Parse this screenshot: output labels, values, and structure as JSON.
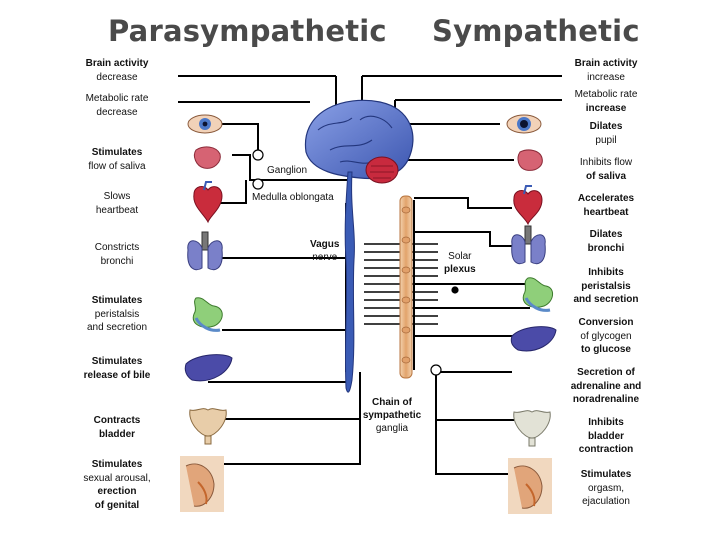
{
  "titles": {
    "left": "Parasympathetic",
    "right": "Sympathetic"
  },
  "left_labels": [
    {
      "lines": [
        "Brain activity",
        "decrease"
      ]
    },
    {
      "lines": [
        "Metabolic rate",
        "decrease"
      ]
    },
    {
      "lines": [
        "Stimulates",
        "flow of saliva"
      ]
    },
    {
      "lines": [
        "Slows",
        "heartbeat"
      ]
    },
    {
      "lines": [
        "Constricts",
        "bronchi"
      ]
    },
    {
      "lines": [
        "Stimulates",
        "peristalsis",
        "and secretion"
      ]
    },
    {
      "lines": [
        "Stimulates",
        "release of bile"
      ]
    },
    {
      "lines": [
        "Contracts",
        "bladder"
      ]
    },
    {
      "lines": [
        "Stimulates",
        "sexual arousal,",
        "erection",
        "of genital"
      ]
    }
  ],
  "right_labels": [
    {
      "lines": [
        "Brain activity",
        "increase"
      ]
    },
    {
      "lines": [
        "Metabolic rate",
        "increase"
      ]
    },
    {
      "lines": [
        "Dilates",
        "pupil"
      ]
    },
    {
      "lines": [
        "Inhibits flow",
        "of saliva"
      ]
    },
    {
      "lines": [
        "Accelerates",
        "heartbeat"
      ]
    },
    {
      "lines": [
        "Dilates",
        "bronchi"
      ]
    },
    {
      "lines": [
        "Inhibits",
        "peristalsis",
        "and secretion"
      ]
    },
    {
      "lines": [
        "Conversion",
        "of glycogen",
        "to glucose"
      ]
    },
    {
      "lines": [
        "Secretion of",
        "adrenaline and",
        "noradrenaline"
      ]
    },
    {
      "lines": [
        "Inhibits",
        "bladder",
        "contraction"
      ]
    },
    {
      "lines": [
        "Stimulates",
        "orgasm,",
        "ejaculation"
      ]
    }
  ],
  "center_labels": {
    "ganglion": "Ganglion",
    "medulla": "Medulla oblongata",
    "vagus": [
      "Vagus",
      "nerve"
    ],
    "solar": [
      "Solar",
      "plexus"
    ],
    "chain": [
      "Chain of",
      "sympathetic",
      "ganglia"
    ]
  },
  "organ_icons": {
    "left": [
      "eye-icon",
      "salivary-gland-icon",
      "heart-icon",
      "lungs-icon",
      "stomach-icon",
      "liver-icon",
      "bladder-icon",
      "genital-icon"
    ],
    "right": [
      "eye-icon",
      "salivary-gland-icon",
      "heart-icon",
      "lungs-icon",
      "stomach-icon",
      "liver-icon",
      "bladder-icon",
      "genital-icon"
    ]
  },
  "colors": {
    "nerve": "#3a5bb5",
    "chain": "#e9b98a",
    "brain": "#5a74c9",
    "cerebellum": "#c82a3e",
    "line": "#000000"
  }
}
